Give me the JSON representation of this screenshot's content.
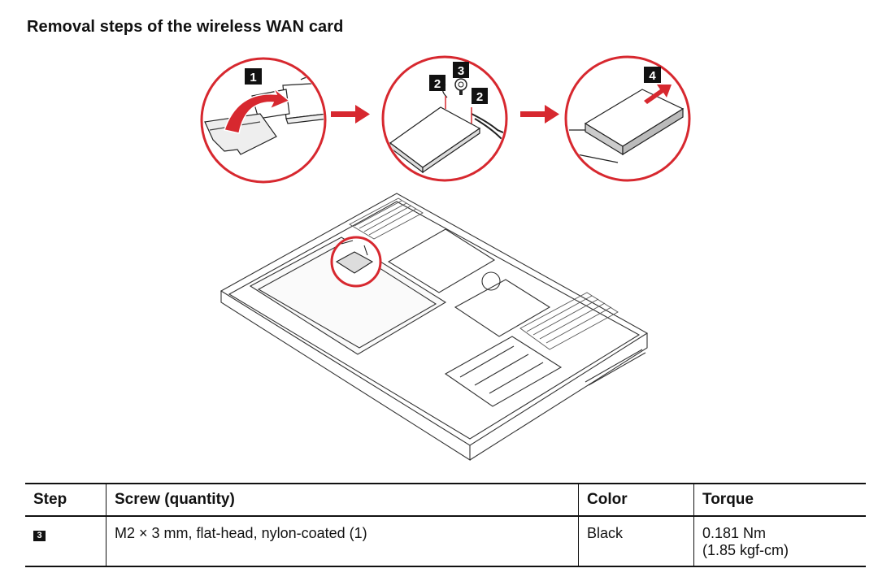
{
  "title": "Removal steps of the wireless WAN card",
  "colors": {
    "accent_red": "#d7282f",
    "line": "#222222"
  },
  "callouts": {
    "c1": "1",
    "c2a": "2",
    "c3": "3",
    "c2b": "2",
    "c4": "4"
  },
  "table": {
    "headers": [
      "Step",
      "Screw (quantity)",
      "Color",
      "Torque"
    ],
    "rows": [
      {
        "step": "3",
        "screw": "M2 × 3 mm, flat-head, nylon-coated (1)",
        "color": "Black",
        "torque_line1": "0.181 Nm",
        "torque_line2": "(1.85 kgf-cm)"
      }
    ]
  },
  "icons": [
    "arrow-right-icon",
    "flip-arrow-icon",
    "screw-icon",
    "lift-arrow-icon"
  ]
}
